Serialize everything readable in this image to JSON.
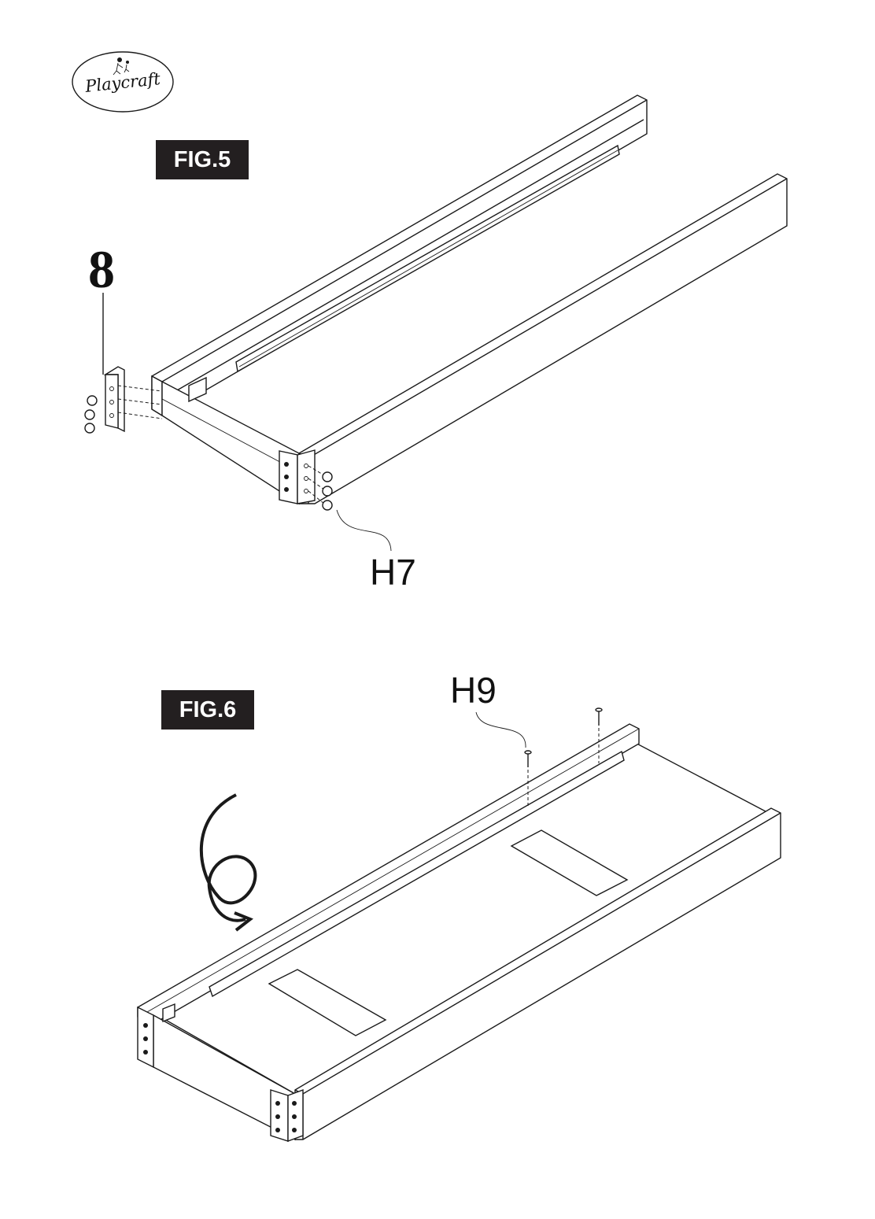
{
  "logo": {
    "text": "Playcraft"
  },
  "figures": [
    {
      "label": "FIG.5",
      "part_label": "8",
      "hardware_label": "H7"
    },
    {
      "label": "FIG.6",
      "hardware_label": "H9"
    }
  ],
  "colors": {
    "badge_bg": "#231f20",
    "badge_text": "#ffffff",
    "line": "#1a1a1a"
  }
}
